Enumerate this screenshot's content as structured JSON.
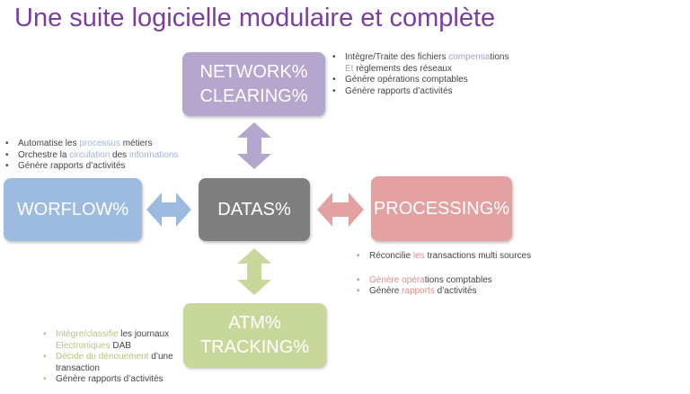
{
  "title": "Une suite logicielle modulaire et complète",
  "colors": {
    "title": "#7a3f9e",
    "network": "#b4a6cc",
    "workflow": "#9dbbe0",
    "datas": "#7f7f7f",
    "processing": "#e3a1a1",
    "atm": "#c8d89a"
  },
  "boxes": {
    "network": {
      "line1": "NETWORK%",
      "line2": "CLEARING%"
    },
    "workflow": {
      "label": "WORFLOW%"
    },
    "datas": {
      "label": "DATAS%"
    },
    "processing": {
      "label": "PROCESSING%"
    },
    "atm": {
      "line1": "ATM%",
      "line2": "TRACKING%"
    }
  },
  "arrows": [
    "double-arrow-vertical-purple",
    "double-arrow-horizontal-blue",
    "double-arrow-horizontal-red",
    "double-arrow-vertical-green"
  ],
  "notes": {
    "network": [
      {
        "a": "Intègre/Traite  des fichiers ",
        "h": "compensa",
        "c": "tions"
      },
      {
        "a": "",
        "h": "Et",
        "c": " règlements  des réseaux"
      },
      {
        "a": "Génère  opérations  comptables",
        "h": "",
        "c": ""
      },
      {
        "a": "Génère  rapports  d’activités",
        "h": "",
        "c": ""
      }
    ],
    "workflow": [
      {
        "a": "Automatise les ",
        "h": "processus",
        "c": " métiers"
      },
      {
        "a": "Orchestre la ",
        "h": "circulation",
        "c": " des ",
        "h2": "informations"
      },
      {
        "a": "Génère rapports d’activités",
        "h": "",
        "c": ""
      }
    ],
    "processing": [
      {
        "a": "Réconcilie ",
        "h": "les",
        "c": " transactions  multi sources"
      },
      {
        "a": "",
        "h": "Génère opéra",
        "c": "tions comptables"
      },
      {
        "a": "Génère ",
        "h": "rapports",
        "c": " d’activités"
      }
    ],
    "atm": [
      {
        "a": "",
        "h": "Intègre/classifie",
        "c": " les journaux"
      },
      {
        "a": "",
        "h": "Electroniques",
        "c": "  DAB",
        "nobullet": true
      },
      {
        "a": "",
        "h": "Décide du dénouement",
        "c": "  d’une"
      },
      {
        "a": "transaction",
        "h": "",
        "c": "",
        "nobullet": true
      },
      {
        "a": "Génère  rapports  d’activités",
        "h": "",
        "c": ""
      }
    ]
  }
}
